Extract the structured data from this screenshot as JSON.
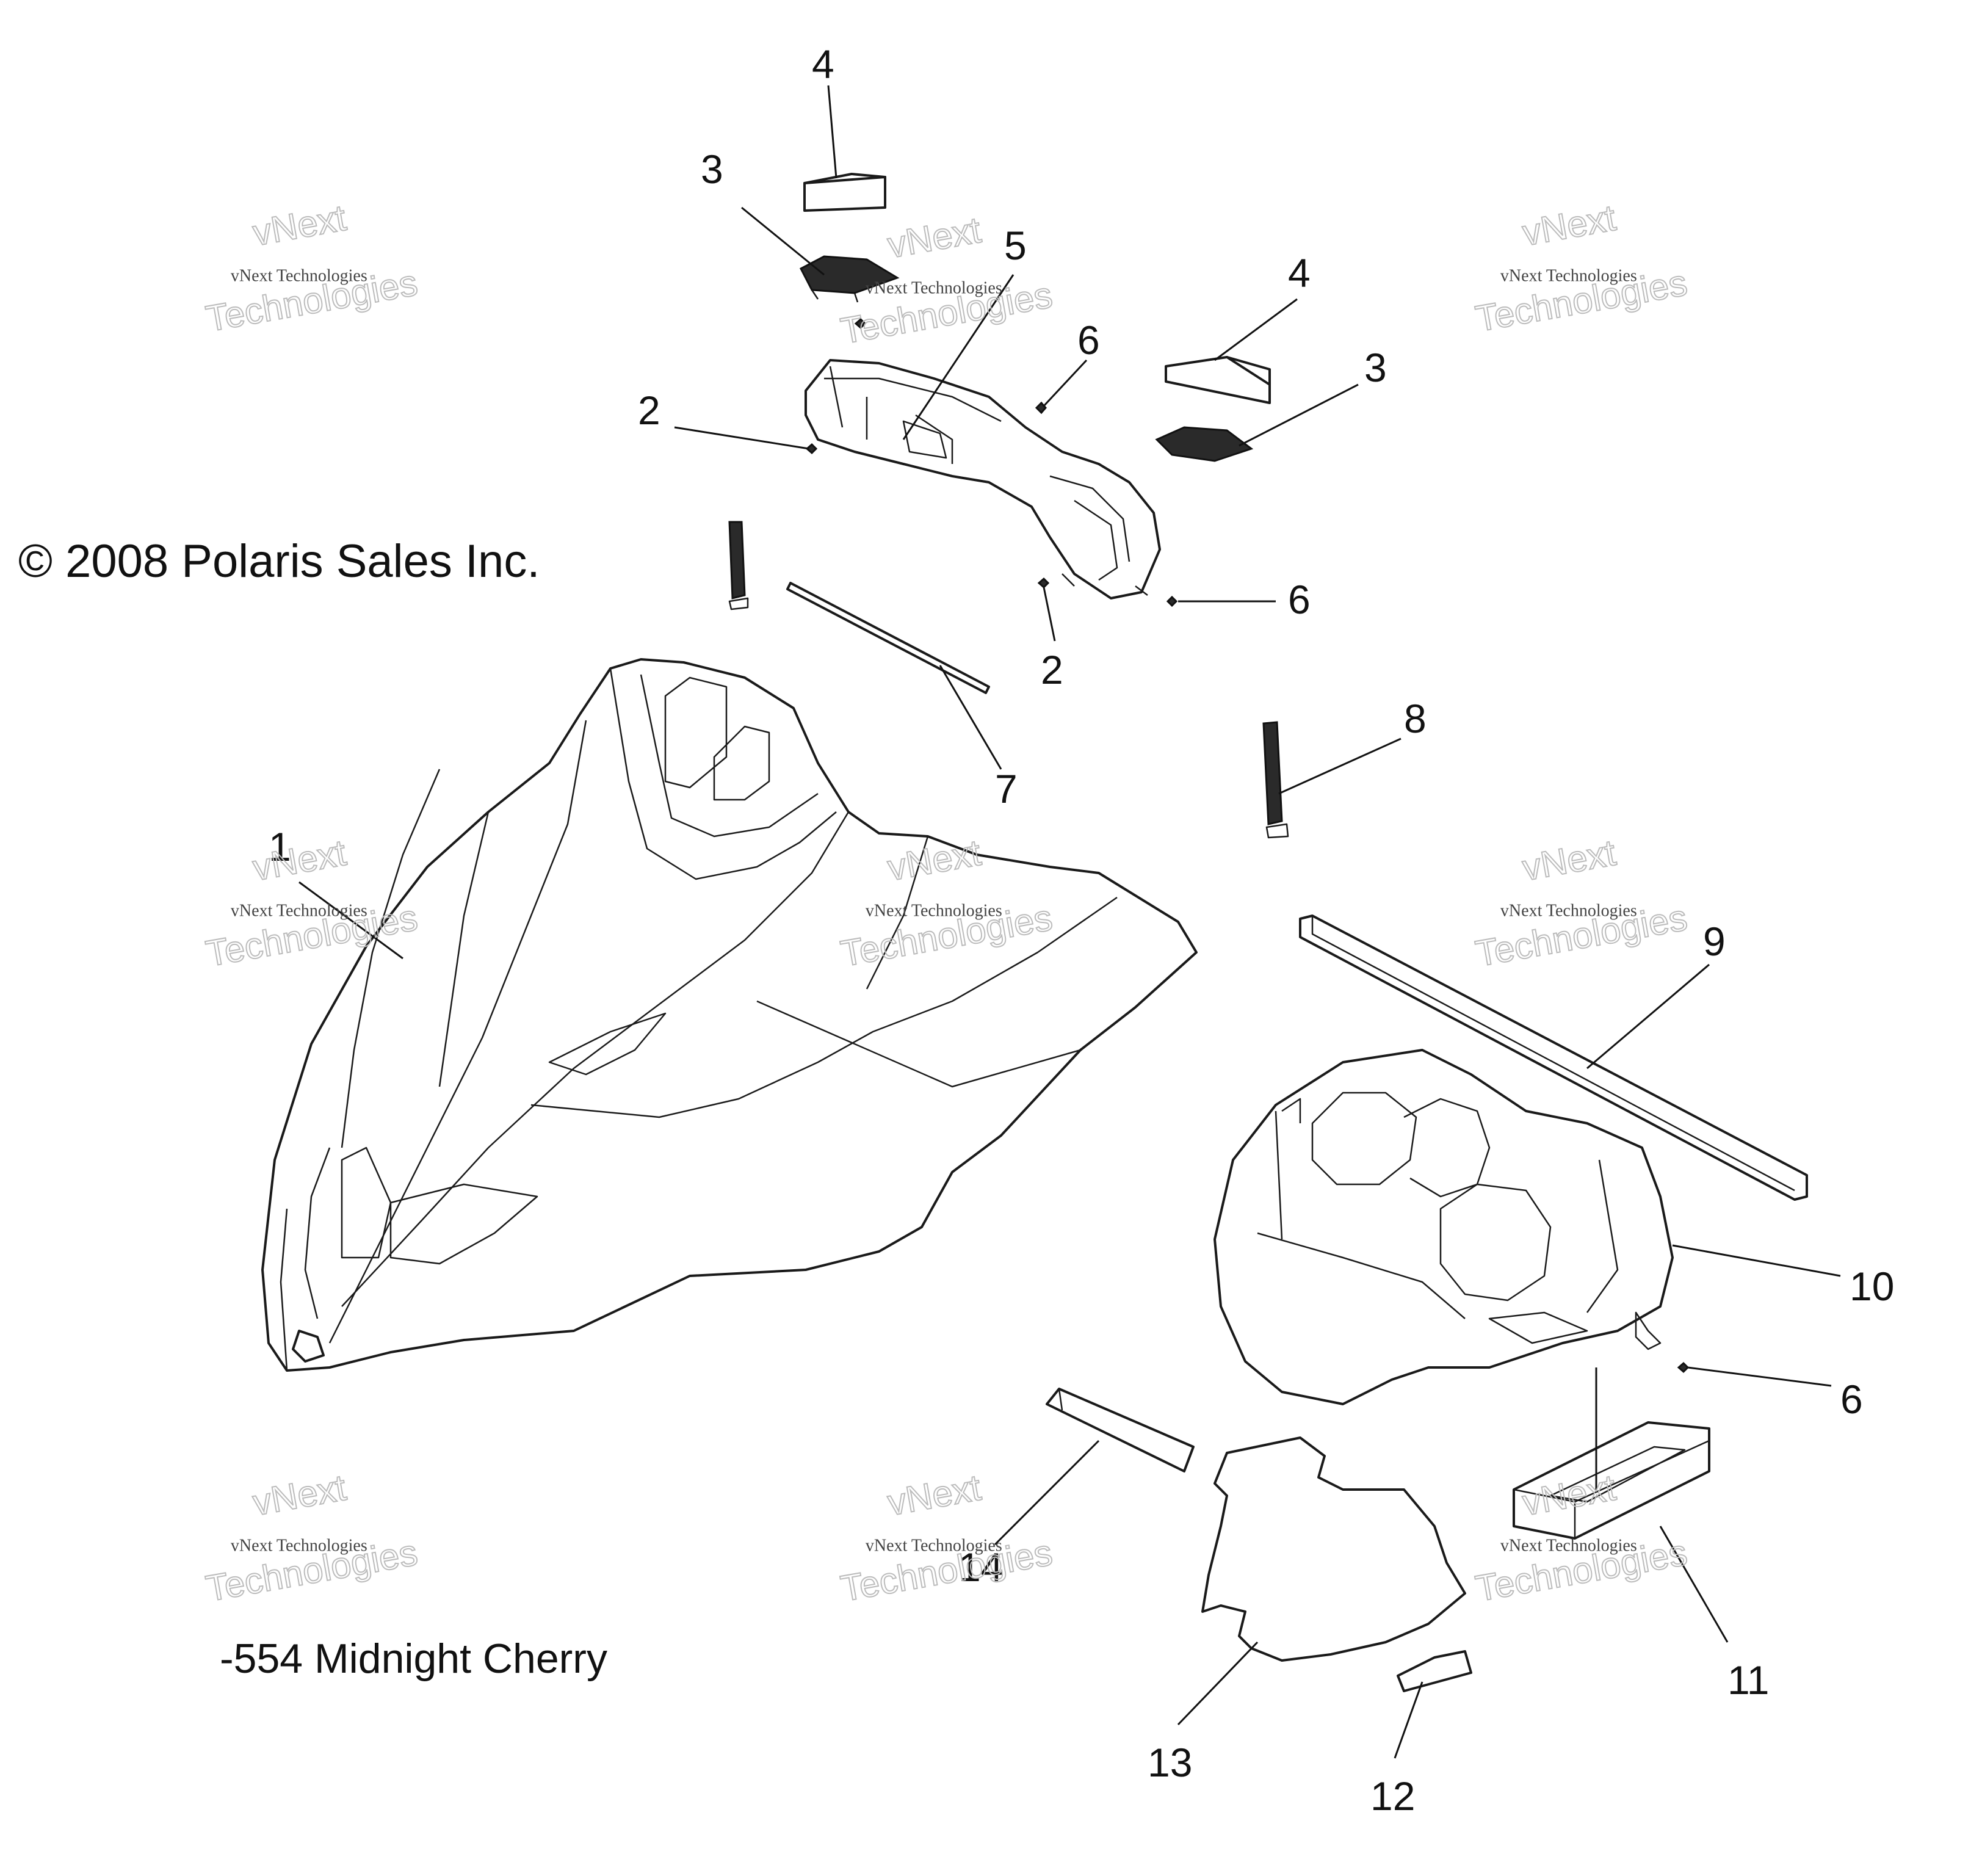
{
  "copyright": "© 2008 Polaris Sales Inc.",
  "color_note": "-554 Midnight Cherry",
  "watermark": {
    "line_small": "vNext Technologies",
    "line_big_1": "vNext",
    "line_big_2": "Technologies"
  },
  "callouts": {
    "c1": "1",
    "c2a": "2",
    "c2b": "2",
    "c3a": "3",
    "c3b": "3",
    "c4a": "4",
    "c4b": "4",
    "c5": "5",
    "c6a": "6",
    "c6b": "6",
    "c6c": "6",
    "c7": "7",
    "c8": "8",
    "c9": "9",
    "c10": "10",
    "c11": "11",
    "c12": "12",
    "c13": "13",
    "c14": "14"
  }
}
